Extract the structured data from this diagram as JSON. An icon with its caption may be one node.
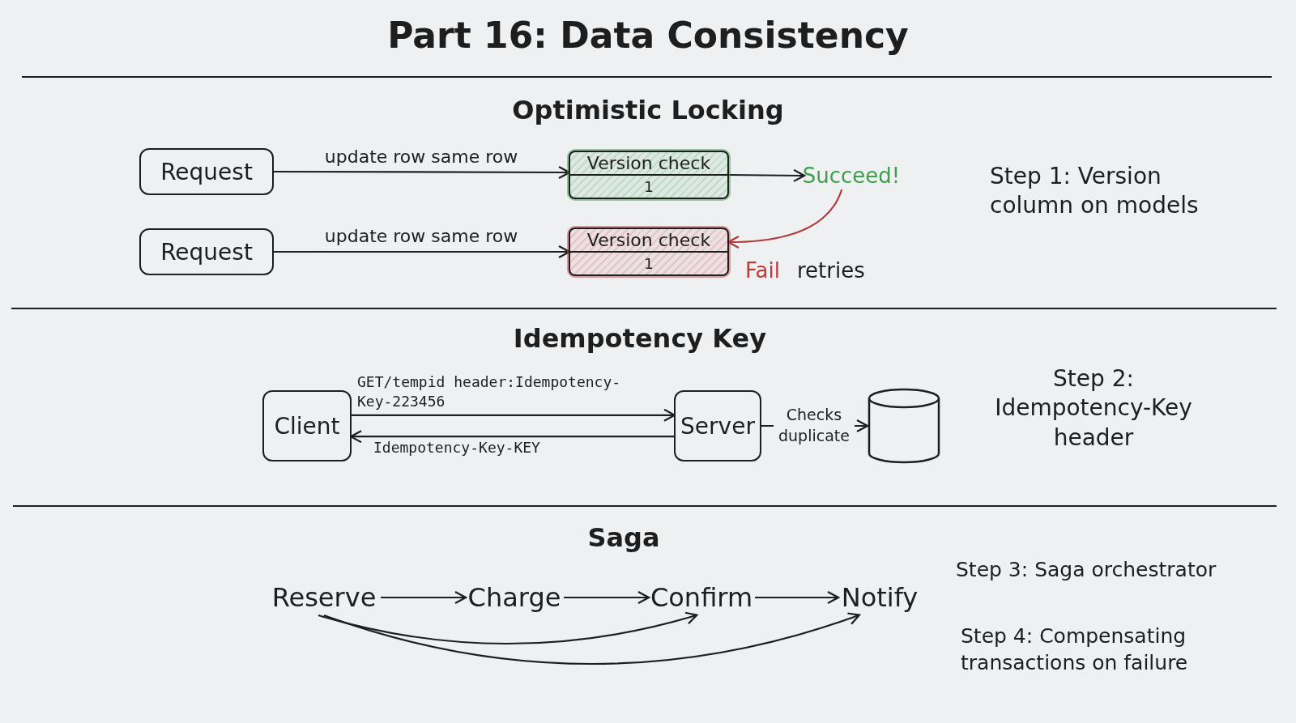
{
  "diagram": {
    "title": "Part 16: Data Consistency",
    "nodes": [
      {
        "text": [
          "Request"
        ]
      },
      {
        "text": [
          "Version check",
          "1"
        ]
      },
      {
        "text": [
          "Succeed!"
        ]
      },
      {
        "text": [
          "Request"
        ]
      },
      {
        "text": [
          "Version check",
          "1"
        ]
      },
      {
        "text": [
          "Client"
        ]
      },
      {
        "text": [
          "Server"
        ]
      },
      {
        "text": [],
        "shape": "cylinder"
      },
      {
        "text": [
          "Reserve"
        ]
      },
      {
        "text": [
          "Charge"
        ]
      },
      {
        "text": [
          "Confirm"
        ]
      },
      {
        "text": [
          "Notify"
        ]
      }
    ],
    "edges": [
      {
        "from": 0,
        "to": 1,
        "arrow": "to",
        "label": "update row same row"
      },
      {
        "from": 1,
        "to": 2,
        "arrow": "to"
      },
      {
        "from": 2,
        "to": 4,
        "arrow": "to",
        "color": "#b03a3a"
      },
      {
        "from": 3,
        "to": 4,
        "arrow": "to",
        "label": "update row same row"
      },
      {
        "from": 5,
        "to": 6,
        "arrow": "to",
        "label": "GET/tempid header:Idempotency-Key-223456"
      },
      {
        "from": 6,
        "to": 5,
        "arrow": "to",
        "label": "Idempotency-Key-KEY"
      },
      {
        "from": 6,
        "to": 7,
        "arrow": "to",
        "label": "Checks duplicate"
      },
      {
        "from": 8,
        "to": 9,
        "arrow": "to"
      },
      {
        "from": 9,
        "to": 10,
        "arrow": "to"
      },
      {
        "from": 10,
        "to": 11,
        "arrow": "to"
      },
      {
        "from": 8,
        "to": 10,
        "arrow": "to"
      },
      {
        "from": 8,
        "to": 11,
        "arrow": "to"
      }
    ],
    "labels": [
      "Optimistic Locking",
      "Fail",
      "retries",
      "Step 1: Version column on models",
      "Idempotency Key",
      "Step 2: Idempotency-Key header",
      "Saga",
      "Step 3: Saga orchestrator",
      "Step 4: Compensating transactions on failure"
    ]
  }
}
